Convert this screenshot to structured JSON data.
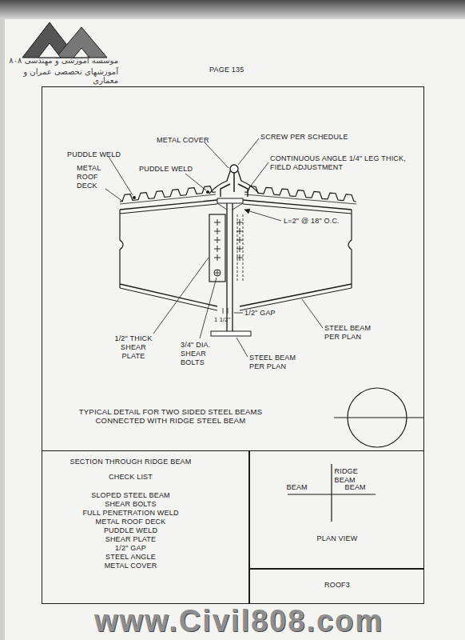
{
  "diagram": {
    "nodes": [
      {
        "text": [
          "TYPICAL DETAIL FOR TWO SIDED STEEL BEAMS CONNECTED WITH RIDGE STEEL BEAM"
        ]
      },
      {
        "text": [
          "SECTION THROUGH RIDGE BEAM",
          "CHECK LIST",
          "SLOPED STEEL BEAM",
          "SHEAR BOLTS",
          "FULL PENETRATION WELD",
          "METAL ROOF DECK",
          "PUDDLE WELD",
          "SHEAR PLATE",
          "1/2\" GAP",
          "STEEL ANGLE",
          "METAL COVER"
        ],
        "in": 0
      },
      {
        "text": [
          "RIDGE BEAM",
          "BEAM",
          "BEAM",
          "PLAN VIEW"
        ],
        "in": 0
      },
      {
        "text": [
          "ROOF3"
        ],
        "in": 0
      }
    ],
    "labels": [
      "موسسه آموزشی و مهندسی ۸۰۸",
      "آموزشهای تخصصی عمران و معماری",
      "PAGE 135",
      "METAL COVER",
      "SCREW PER SCHEDULE",
      "PUDDLE WELD",
      "CONTINUOUS ANGLE 1/4\" LEG THICK, FIELD ADJUSTMENT",
      "METAL ROOF DECK",
      "PUDDLE WELD",
      "L=2\" @ 18\" O.C.",
      "1/2\" THICK SHEAR PLATE",
      "3/4\" DIA. SHEAR BOLTS",
      "1 1/2\"",
      "1/2\" GAP",
      "STEEL BEAM PER PLAN",
      "STEEL BEAM PER PLAN",
      "www.Civil808.com"
    ]
  }
}
